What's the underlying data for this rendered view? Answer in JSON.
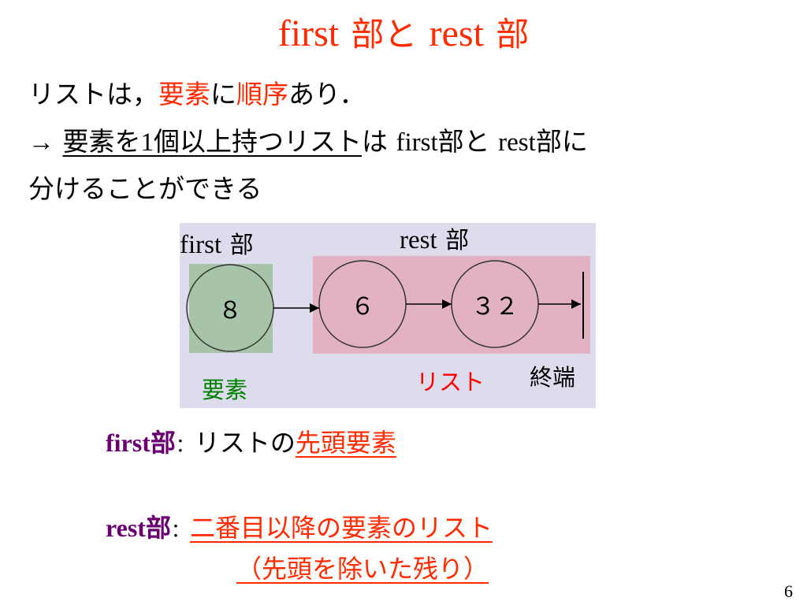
{
  "title": {
    "first": "first",
    "bu1": "部と",
    "rest": "rest",
    "bu2": "部"
  },
  "line1": {
    "a": "リストは，",
    "b": "要素",
    "c": "に",
    "d": "順序",
    "e": "あり．"
  },
  "line2": {
    "arrow": "→",
    "a": "要素を",
    "one": "1",
    "b": "個以上持つリスト",
    "c": "は",
    "first": "first",
    "d": "部と",
    "rest": "rest",
    "e": "部に"
  },
  "line3": {
    "text": "分けることができる"
  },
  "diagram": {
    "first_label_en": "first",
    "first_label_ja": "部",
    "rest_label_en": "rest",
    "rest_label_ja": "部",
    "nodes": [
      "８",
      "６",
      "３２"
    ],
    "element_label": "要素",
    "list_label": "リスト",
    "end_label": "終端",
    "colors": {
      "background": "#dcdcec",
      "first_box": "#a7c4a9",
      "rest_box": "#e2b2c2",
      "element_label": "#008000",
      "list_label": "#ff0000"
    }
  },
  "def1": {
    "key": "first",
    "keyja": "部",
    "colon": "：",
    "a": "リストの",
    "b": "先頭要素"
  },
  "def2": {
    "key": "rest",
    "keyja": "部",
    "colon": "：",
    "a": "二番目以降の要素のリスト",
    "b": "（先頭を除いた残り）"
  },
  "page_number": "6"
}
